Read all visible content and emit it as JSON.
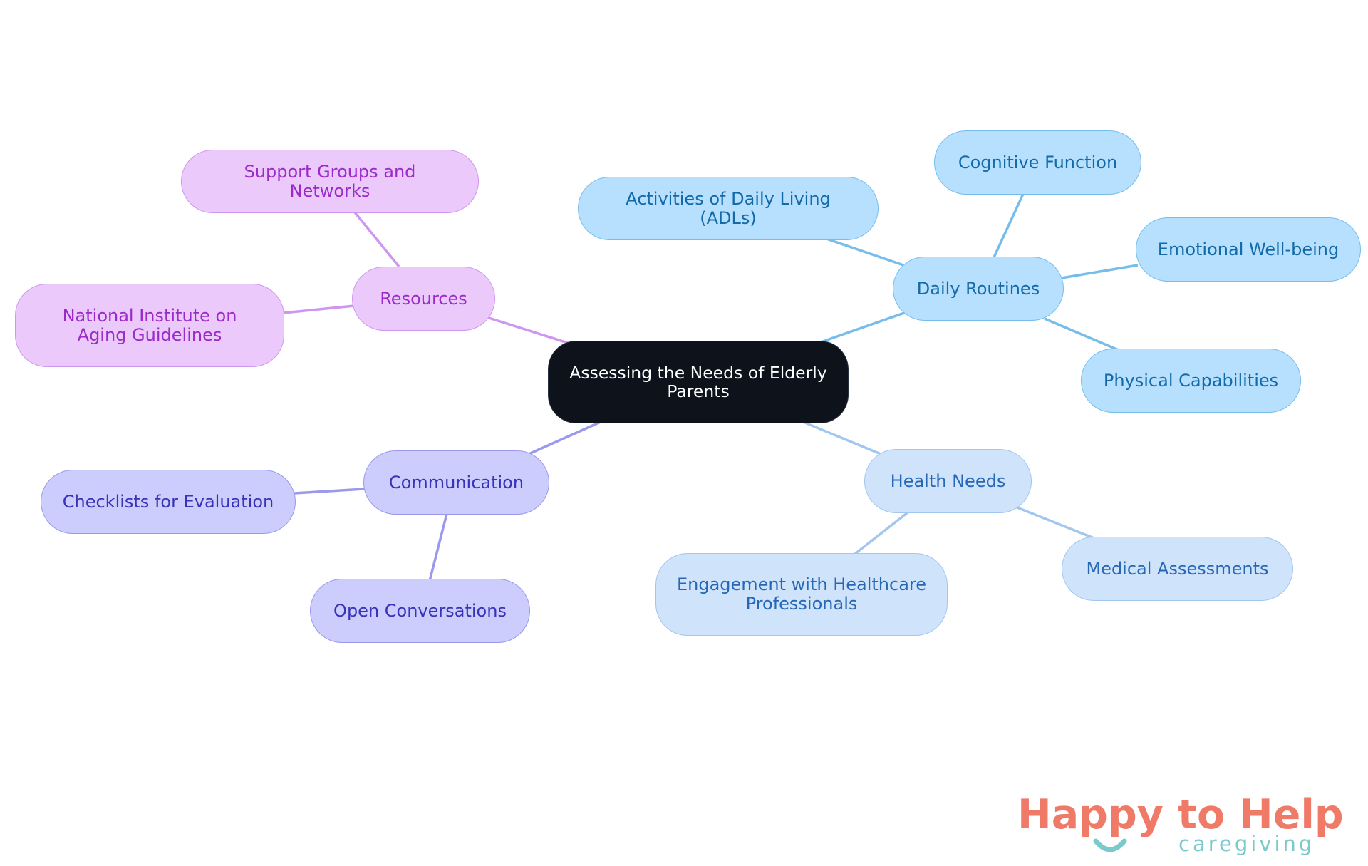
{
  "diagram": {
    "root": "Assessing the Needs of Elderly Parents",
    "branches": {
      "resources": {
        "label": "Resources",
        "children": [
          "Support Groups and Networks",
          "National Institute on Aging Guidelines"
        ]
      },
      "daily_routines": {
        "label": "Daily Routines",
        "children": [
          "Activities of Daily Living (ADLs)",
          "Cognitive Function",
          "Emotional Well-being",
          "Physical Capabilities"
        ]
      },
      "communication": {
        "label": "Communication",
        "children": [
          "Checklists for Evaluation",
          "Open Conversations"
        ]
      },
      "health_needs": {
        "label": "Health Needs",
        "children": [
          "Engagement with Healthcare Professionals",
          "Medical Assessments"
        ]
      }
    }
  },
  "logo": {
    "title": "Happy to Help",
    "subtitle": "caregiving"
  },
  "colors": {
    "root": "#0d121b",
    "resources": "#ebc9fb",
    "daily_routines": "#b6e0fd",
    "communication": "#cccdfd",
    "health_needs": "#cfe3fb",
    "logo_coral": "#f07a68",
    "logo_teal": "#7cc9cc"
  }
}
